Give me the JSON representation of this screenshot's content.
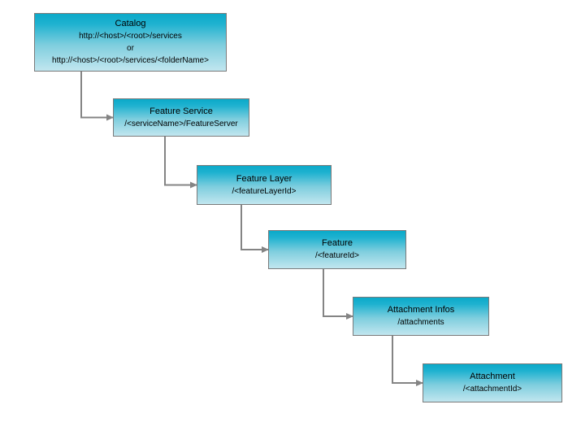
{
  "diagram": {
    "colors": {
      "background": "#ffffff",
      "node_fill_top": "#0ba9c9",
      "node_fill_bottom": "#c1e6ef",
      "node_border": "#7a7a7a",
      "connector": "#848484",
      "text": "#000000"
    },
    "nodes": [
      {
        "id": "catalog",
        "title": "Catalog",
        "lines": [
          "http://<host>/<root>/services",
          "or",
          "http://<host>/<root>/services/<folderName>"
        ]
      },
      {
        "id": "feature-service",
        "title": "Feature Service",
        "lines": [
          "/<serviceName>/FeatureServer"
        ]
      },
      {
        "id": "feature-layer",
        "title": "Feature Layer",
        "lines": [
          "/<featureLayerId>"
        ]
      },
      {
        "id": "feature",
        "title": "Feature",
        "lines": [
          "/<featureId>"
        ]
      },
      {
        "id": "attachment-infos",
        "title": "Attachment Infos",
        "lines": [
          "/attachments"
        ]
      },
      {
        "id": "attachment",
        "title": "Attachment",
        "lines": [
          "/<attachmentId>"
        ]
      }
    ],
    "edges": [
      {
        "from": "catalog",
        "to": "feature-service"
      },
      {
        "from": "feature-service",
        "to": "feature-layer"
      },
      {
        "from": "feature-layer",
        "to": "feature"
      },
      {
        "from": "feature",
        "to": "attachment-infos"
      },
      {
        "from": "attachment-infos",
        "to": "attachment"
      }
    ]
  }
}
